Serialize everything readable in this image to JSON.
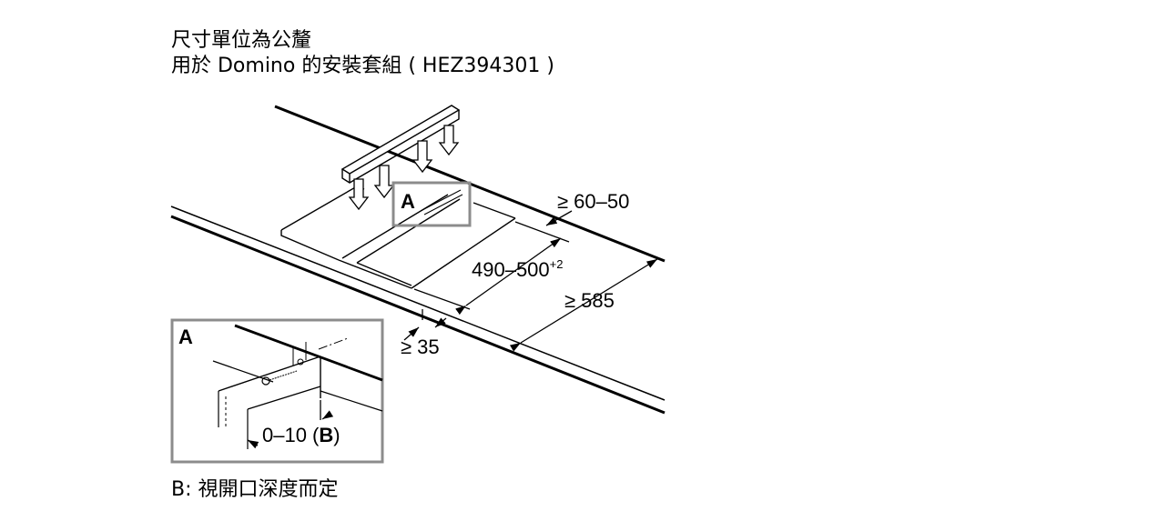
{
  "heading": {
    "line1": "尺寸單位為公釐",
    "line2": "用於 Domino 的安裝套組 ( HEZ394301 )"
  },
  "labels": {
    "callout": "A",
    "dim_back_edge": "≥ 60–50",
    "dim_cutout_base": "490–500",
    "dim_cutout_sup": "+2",
    "dim_depth": "≥ 585",
    "dim_front_edge": "≥ 35",
    "detail_title": "A",
    "detail_range_prefix": "0–10 (",
    "detail_range_letter": "B",
    "detail_range_suffix": ")"
  },
  "footnote": "B: 視開口深度而定",
  "colors": {
    "line": "#000000",
    "callout_frame": "#8c8c8c",
    "background": "#ffffff"
  }
}
